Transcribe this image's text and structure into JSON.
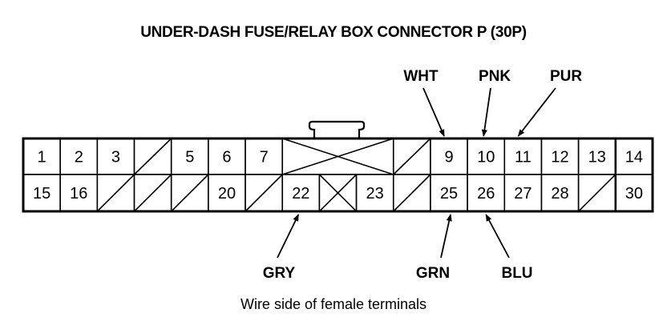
{
  "title": "UNDER-DASH FUSE/RELAY BOX CONNECTOR P (30P)",
  "caption": "Wire side of female terminals",
  "connector": {
    "top_row": [
      {
        "type": "pin",
        "label": "1"
      },
      {
        "type": "pin",
        "label": "2"
      },
      {
        "type": "pin",
        "label": "3"
      },
      {
        "type": "empty"
      },
      {
        "type": "pin",
        "label": "5"
      },
      {
        "type": "pin",
        "label": "6"
      },
      {
        "type": "pin",
        "label": "7"
      },
      {
        "type": "blocked",
        "span": 3
      },
      {
        "type": "empty"
      },
      {
        "type": "pin",
        "label": "9"
      },
      {
        "type": "pin",
        "label": "10"
      },
      {
        "type": "pin",
        "label": "11"
      },
      {
        "type": "pin",
        "label": "12"
      },
      {
        "type": "pin",
        "label": "13"
      },
      {
        "type": "pin",
        "label": "14"
      }
    ],
    "bottom_row": [
      {
        "type": "pin",
        "label": "15"
      },
      {
        "type": "pin",
        "label": "16"
      },
      {
        "type": "empty"
      },
      {
        "type": "empty"
      },
      {
        "type": "empty"
      },
      {
        "type": "pin",
        "label": "20"
      },
      {
        "type": "empty"
      },
      {
        "type": "pin",
        "label": "22"
      },
      {
        "type": "blocked",
        "span": 1
      },
      {
        "type": "pin",
        "label": "23"
      },
      {
        "type": "empty"
      },
      {
        "type": "pin",
        "label": "25"
      },
      {
        "type": "pin",
        "label": "26"
      },
      {
        "type": "pin",
        "label": "27"
      },
      {
        "type": "pin",
        "label": "28"
      },
      {
        "type": "empty"
      },
      {
        "type": "pin",
        "label": "30"
      }
    ]
  },
  "wire_labels": {
    "top": [
      {
        "color": "WHT",
        "pin": "9"
      },
      {
        "color": "PNK",
        "pin": "10"
      },
      {
        "color": "PUR",
        "pin": "11"
      }
    ],
    "bottom": [
      {
        "color": "GRY",
        "pin": "22"
      },
      {
        "color": "GRN",
        "pin": "25"
      },
      {
        "color": "BLU",
        "pin": "26"
      }
    ]
  }
}
